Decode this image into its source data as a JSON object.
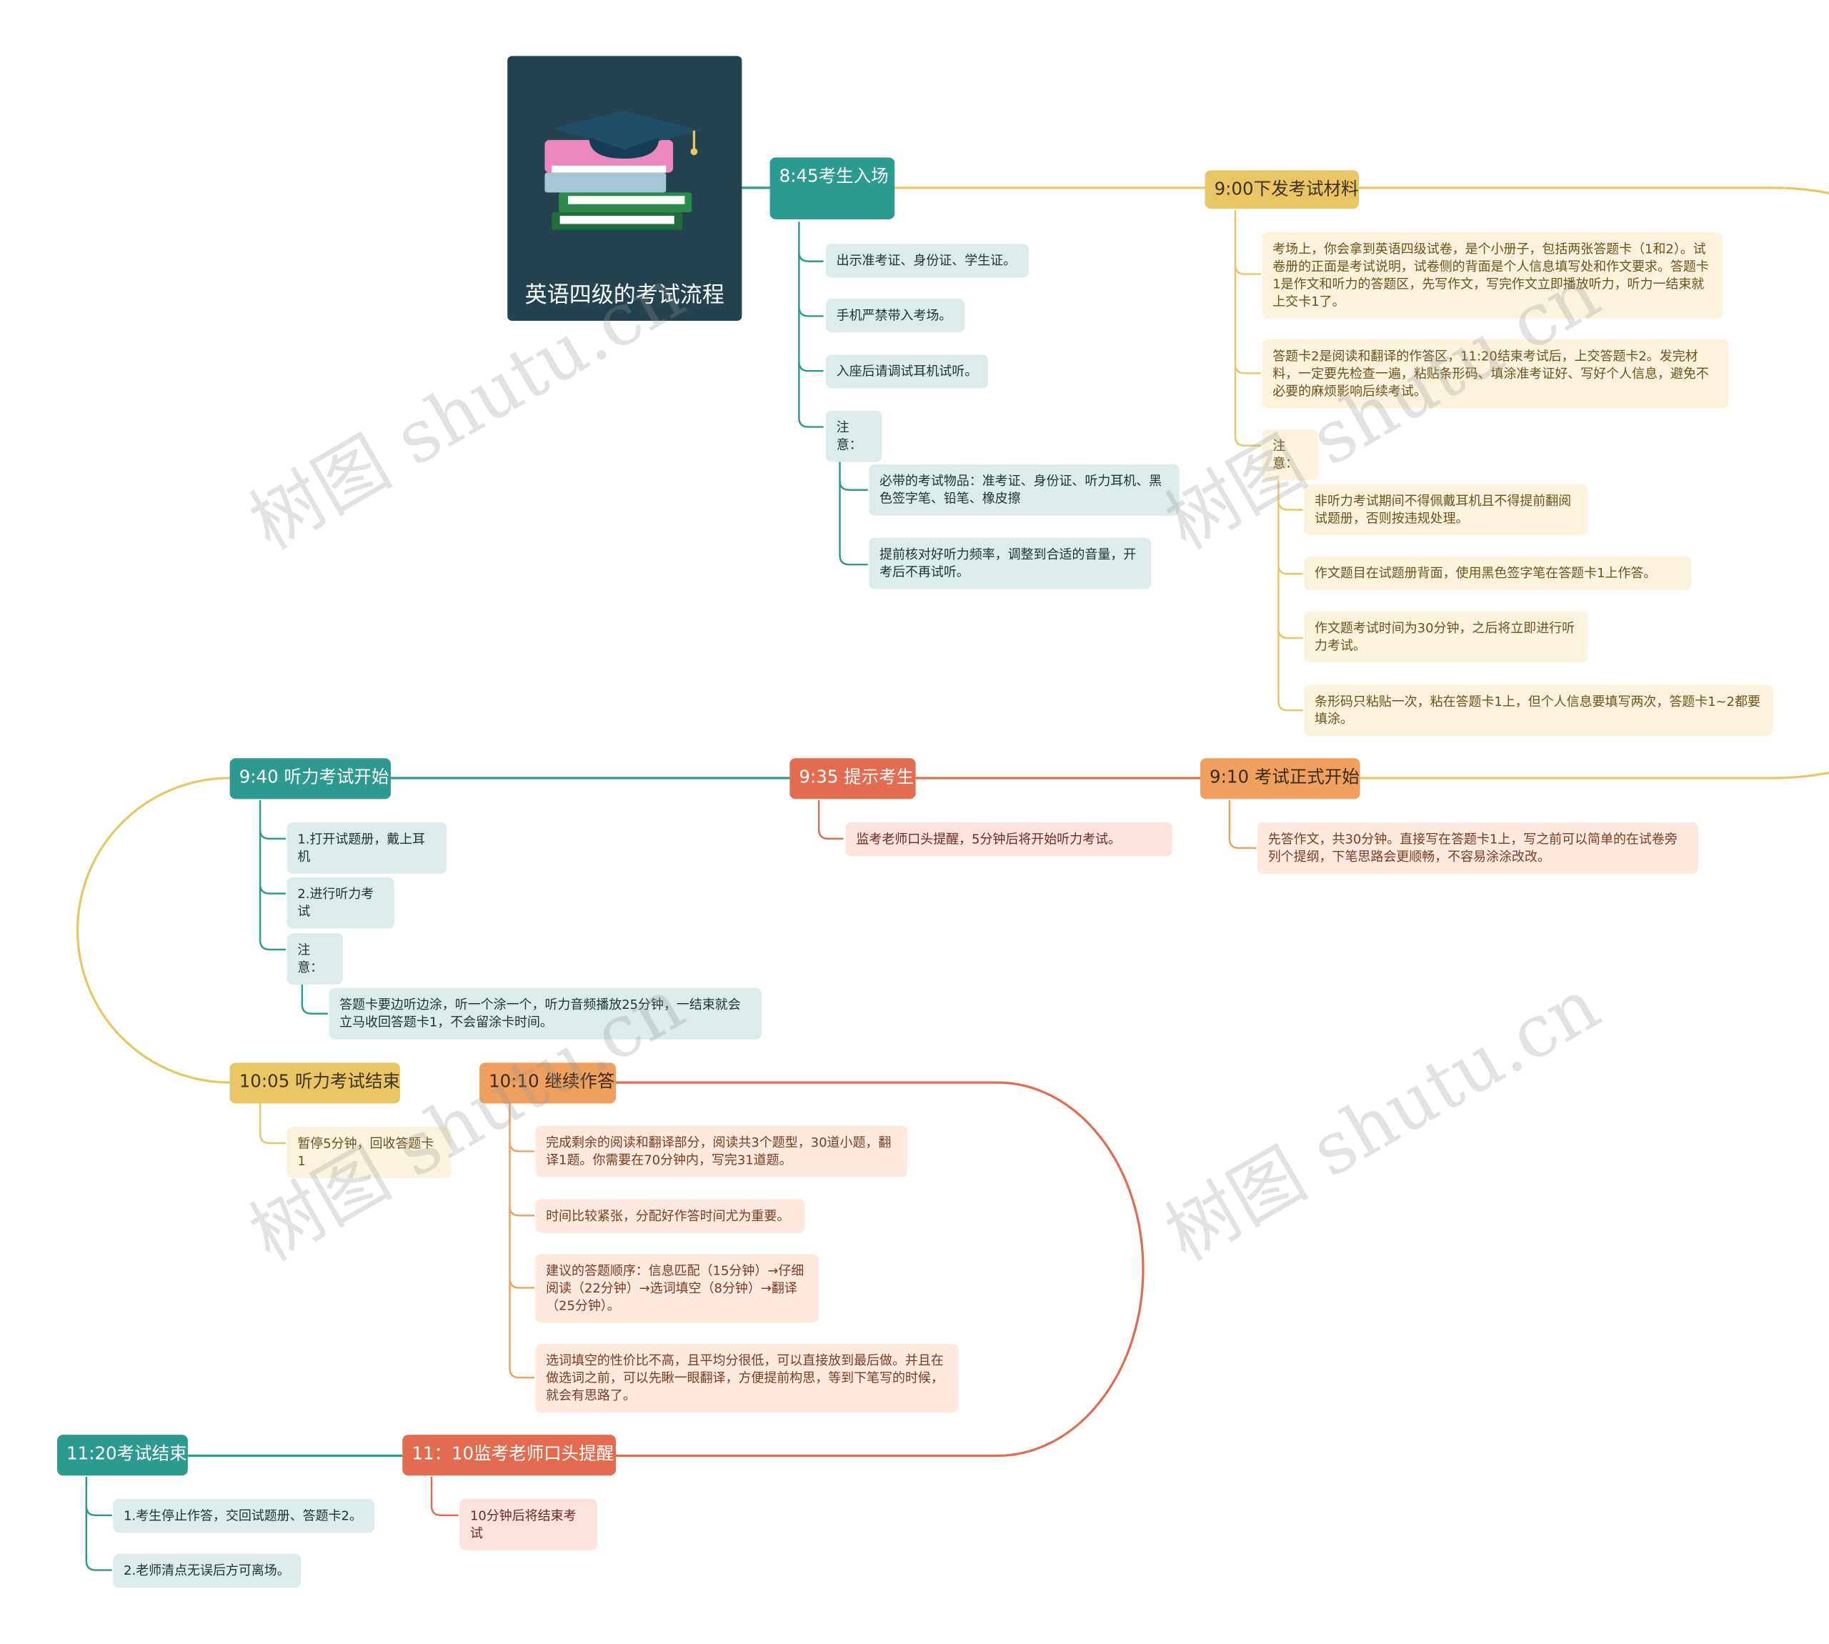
{
  "root": {
    "title": "英语四级的考试流程",
    "icon": "graduation-cap-books-icon"
  },
  "watermark": "树图 shutu.cn",
  "colors": {
    "teal": "#2c9a8e",
    "gold": "#e9c566",
    "orange": "#f0a05e",
    "coral": "#e36b4f",
    "root_bg": "#25424f"
  },
  "b1": {
    "title": "8:45考生入场",
    "items": [
      "出示准考证、身份证、学生证。",
      "手机严禁带入考场。",
      "入座后请调试耳机试听。",
      "注意："
    ],
    "notes": [
      "必带的考试物品：准考证、身份证、听力耳机、黑色签字笔、铅笔、橡皮擦",
      "提前核对好听力频率，调整到合适的音量，开考后不再试听。"
    ]
  },
  "b2": {
    "title": "9:00下发考试材料",
    "items": [
      "考场上，你会拿到英语四级试卷，是个小册子，包括两张答题卡（1和2）。试卷册的正面是考试说明，试卷侧的背面是个人信息填写处和作文要求。答题卡1是作文和听力的答题区，先写作文，写完作文立即播放听力，听力一结束就上交卡1了。",
      "答题卡2是阅读和翻译的作答区，11:20结束考试后，上交答题卡2。发完材料，一定要先检查一遍，粘贴条形码、填涂准考证好、写好个人信息，避免不必要的麻烦影响后续考试。",
      "注意："
    ],
    "notes": [
      "非听力考试期间不得佩戴耳机且不得提前翻阅试题册，否则按违规处理。",
      "作文题目在试题册背面，使用黑色签字笔在答题卡1上作答。",
      "作文题考试时间为30分钟，之后将立即进行听力考试。",
      "条形码只粘贴一次，粘在答题卡1上，但个人信息要填写两次，答题卡1~2都要填涂。"
    ]
  },
  "b3": {
    "title": "9:10 考试正式开始",
    "items": [
      "先答作文，共30分钟。直接写在答题卡1上，写之前可以简单的在试卷旁列个提纲，下笔思路会更顺畅，不容易涂涂改改。"
    ]
  },
  "b4": {
    "title": "9:35 提示考生",
    "items": [
      "监考老师口头提醒，5分钟后将开始听力考试。"
    ]
  },
  "b5": {
    "title": "9:40 听力考试开始",
    "items": [
      "1.打开试题册，戴上耳机",
      "2.进行听力考试",
      "注意："
    ],
    "notes": [
      "答题卡要边听边涂，听一个涂一个，听力音频播放25分钟，一结束就会立马收回答题卡1，不会留涂卡时间。"
    ]
  },
  "b6": {
    "title": "10:05 听力考试结束",
    "items": [
      "暂停5分钟，回收答题卡1"
    ]
  },
  "b7": {
    "title": "10:10 继续作答",
    "items": [
      "完成剩余的阅读和翻译部分，阅读共3个题型，30道小题，翻译1题。你需要在70分钟内，写完31道题。",
      "时间比较紧张，分配好作答时间尤为重要。",
      "建议的答题顺序：信息匹配（15分钟）→仔细阅读（22分钟）→选词填空（8分钟）→翻译（25分钟）。",
      "选词填空的性价比不高，且平均分很低，可以直接放到最后做。并且在做选词之前，可以先瞅一眼翻译，方便提前构思，等到下笔写的时候，就会有思路了。"
    ]
  },
  "b8": {
    "title": "11：10监考老师口头提醒",
    "items": [
      "10分钟后将结束考试"
    ]
  },
  "b9": {
    "title": "11:20考试结束",
    "items": [
      "1.考生停止作答，交回试题册、答题卡2。",
      "2.老师清点无误后方可离场。"
    ]
  }
}
